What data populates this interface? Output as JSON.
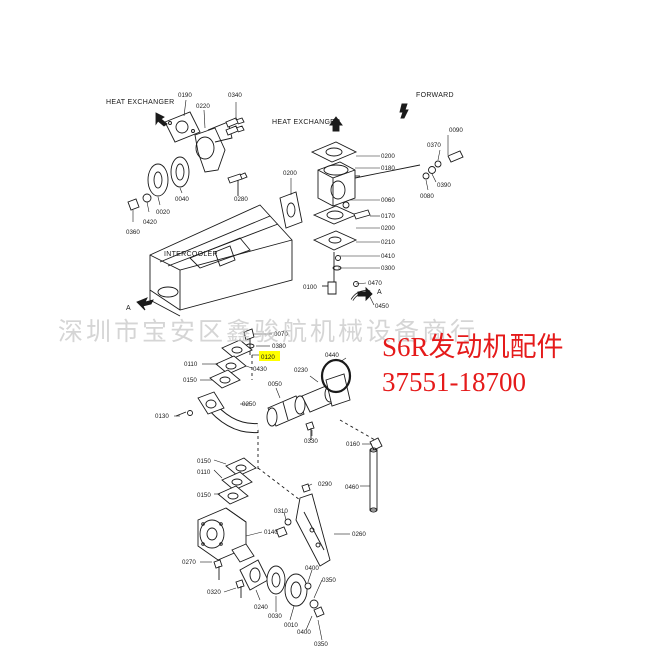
{
  "labels": {
    "heat_exchanger_left": "HEAT EXCHANGER",
    "heat_exchanger_right": "HEAT EXCHANGER",
    "forward": "FORWARD",
    "intercooler": "INTERCOOLER",
    "view_a_upper": "A",
    "view_a_lower": "A"
  },
  "watermark": "深圳市宝安区鑫骏航机械设备商行",
  "title": {
    "line1": "S6R发动机配件",
    "line2": "37551-18700"
  },
  "callouts": {
    "c0190": "0190",
    "c0220a": "0220",
    "c0340": "0340",
    "c0040": "0040",
    "c0020": "0020",
    "c0420": "0420",
    "c0360": "0360",
    "c0280": "0280",
    "c0200a": "0200",
    "c0200b": "0200",
    "c0180": "0180",
    "c0060": "0060",
    "c0170": "0170",
    "c0200c": "0200",
    "c0210": "0210",
    "c0410": "0410",
    "c0300": "0300",
    "c0100": "0100",
    "c0470": "0470",
    "c0450": "0450",
    "c0370": "0370",
    "c0090": "0090",
    "c0390": "0390",
    "c0080": "0080",
    "c0070": "0070",
    "c0380": "0380",
    "c0120": "0120",
    "c0110a": "0110",
    "c0430": "0430",
    "c0150a": "0150",
    "c0440": "0440",
    "c0230": "0230",
    "c0050": "0050",
    "c0250": "0250",
    "c0130": "0130",
    "c0330": "0330",
    "c0160": "0160",
    "c0150b": "0150",
    "c0110b": "0110",
    "c0150c": "0150",
    "c0290": "0290",
    "c0460": "0460",
    "c0310": "0310",
    "c0140": "0140",
    "c0260": "0260",
    "c0270": "0270",
    "c0400a": "0400",
    "c0350a": "0350",
    "c0320": "0320",
    "c0240": "0240",
    "c0030": "0030",
    "c0010": "0010",
    "c0400b": "0400",
    "c0350b": "0350"
  },
  "colors": {
    "line": "#1a1a1a",
    "title": "#e51a1a",
    "highlight": "#ffff00",
    "watermark": "#c8c8c8"
  }
}
